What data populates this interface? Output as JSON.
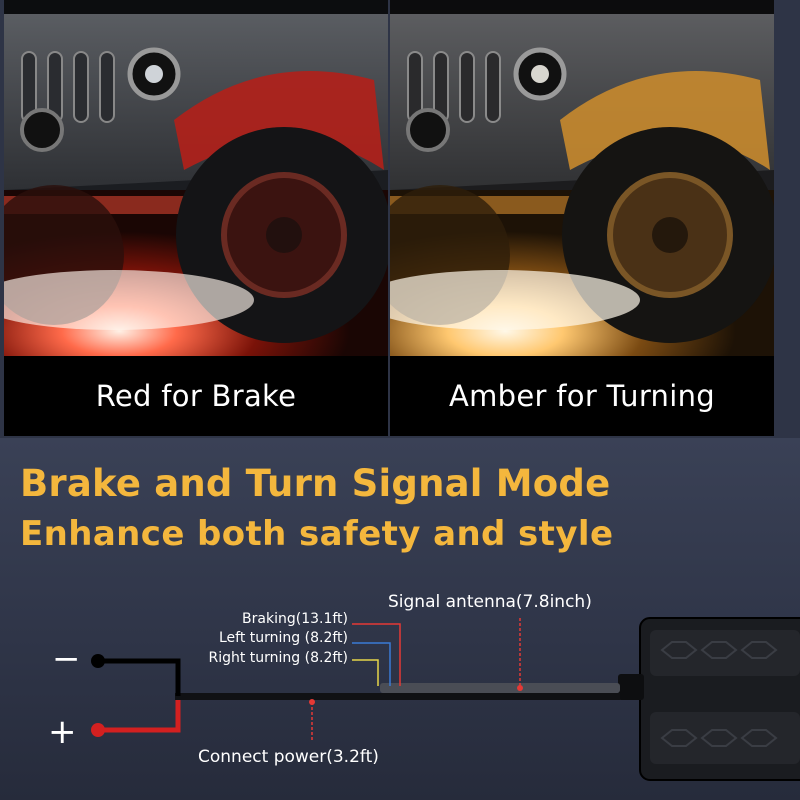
{
  "panels": [
    {
      "caption": "Red for Brake",
      "glow_color": "#ff2a1a"
    },
    {
      "caption": "Amber for Turning",
      "glow_color": "#ffb347"
    }
  ],
  "headline": "Brake and Turn Signal Mode",
  "subline": "Enhance both safety and style",
  "wiring": {
    "negative_symbol": "−",
    "positive_symbol": "+",
    "braking_label": "Braking(13.1ft)",
    "left_turning_label": "Left turning (8.2ft)",
    "right_turning_label": "Right turning (8.2ft)",
    "antenna_label": "Signal antenna(7.8inch)",
    "power_label": "Connect power(3.2ft)",
    "colors": {
      "braking": "#e53935",
      "left_turning": "#3a7bd5",
      "right_turning": "#e6d64a",
      "negative": "#000000",
      "positive": "#d32020",
      "accent": "#f4b73d"
    }
  }
}
